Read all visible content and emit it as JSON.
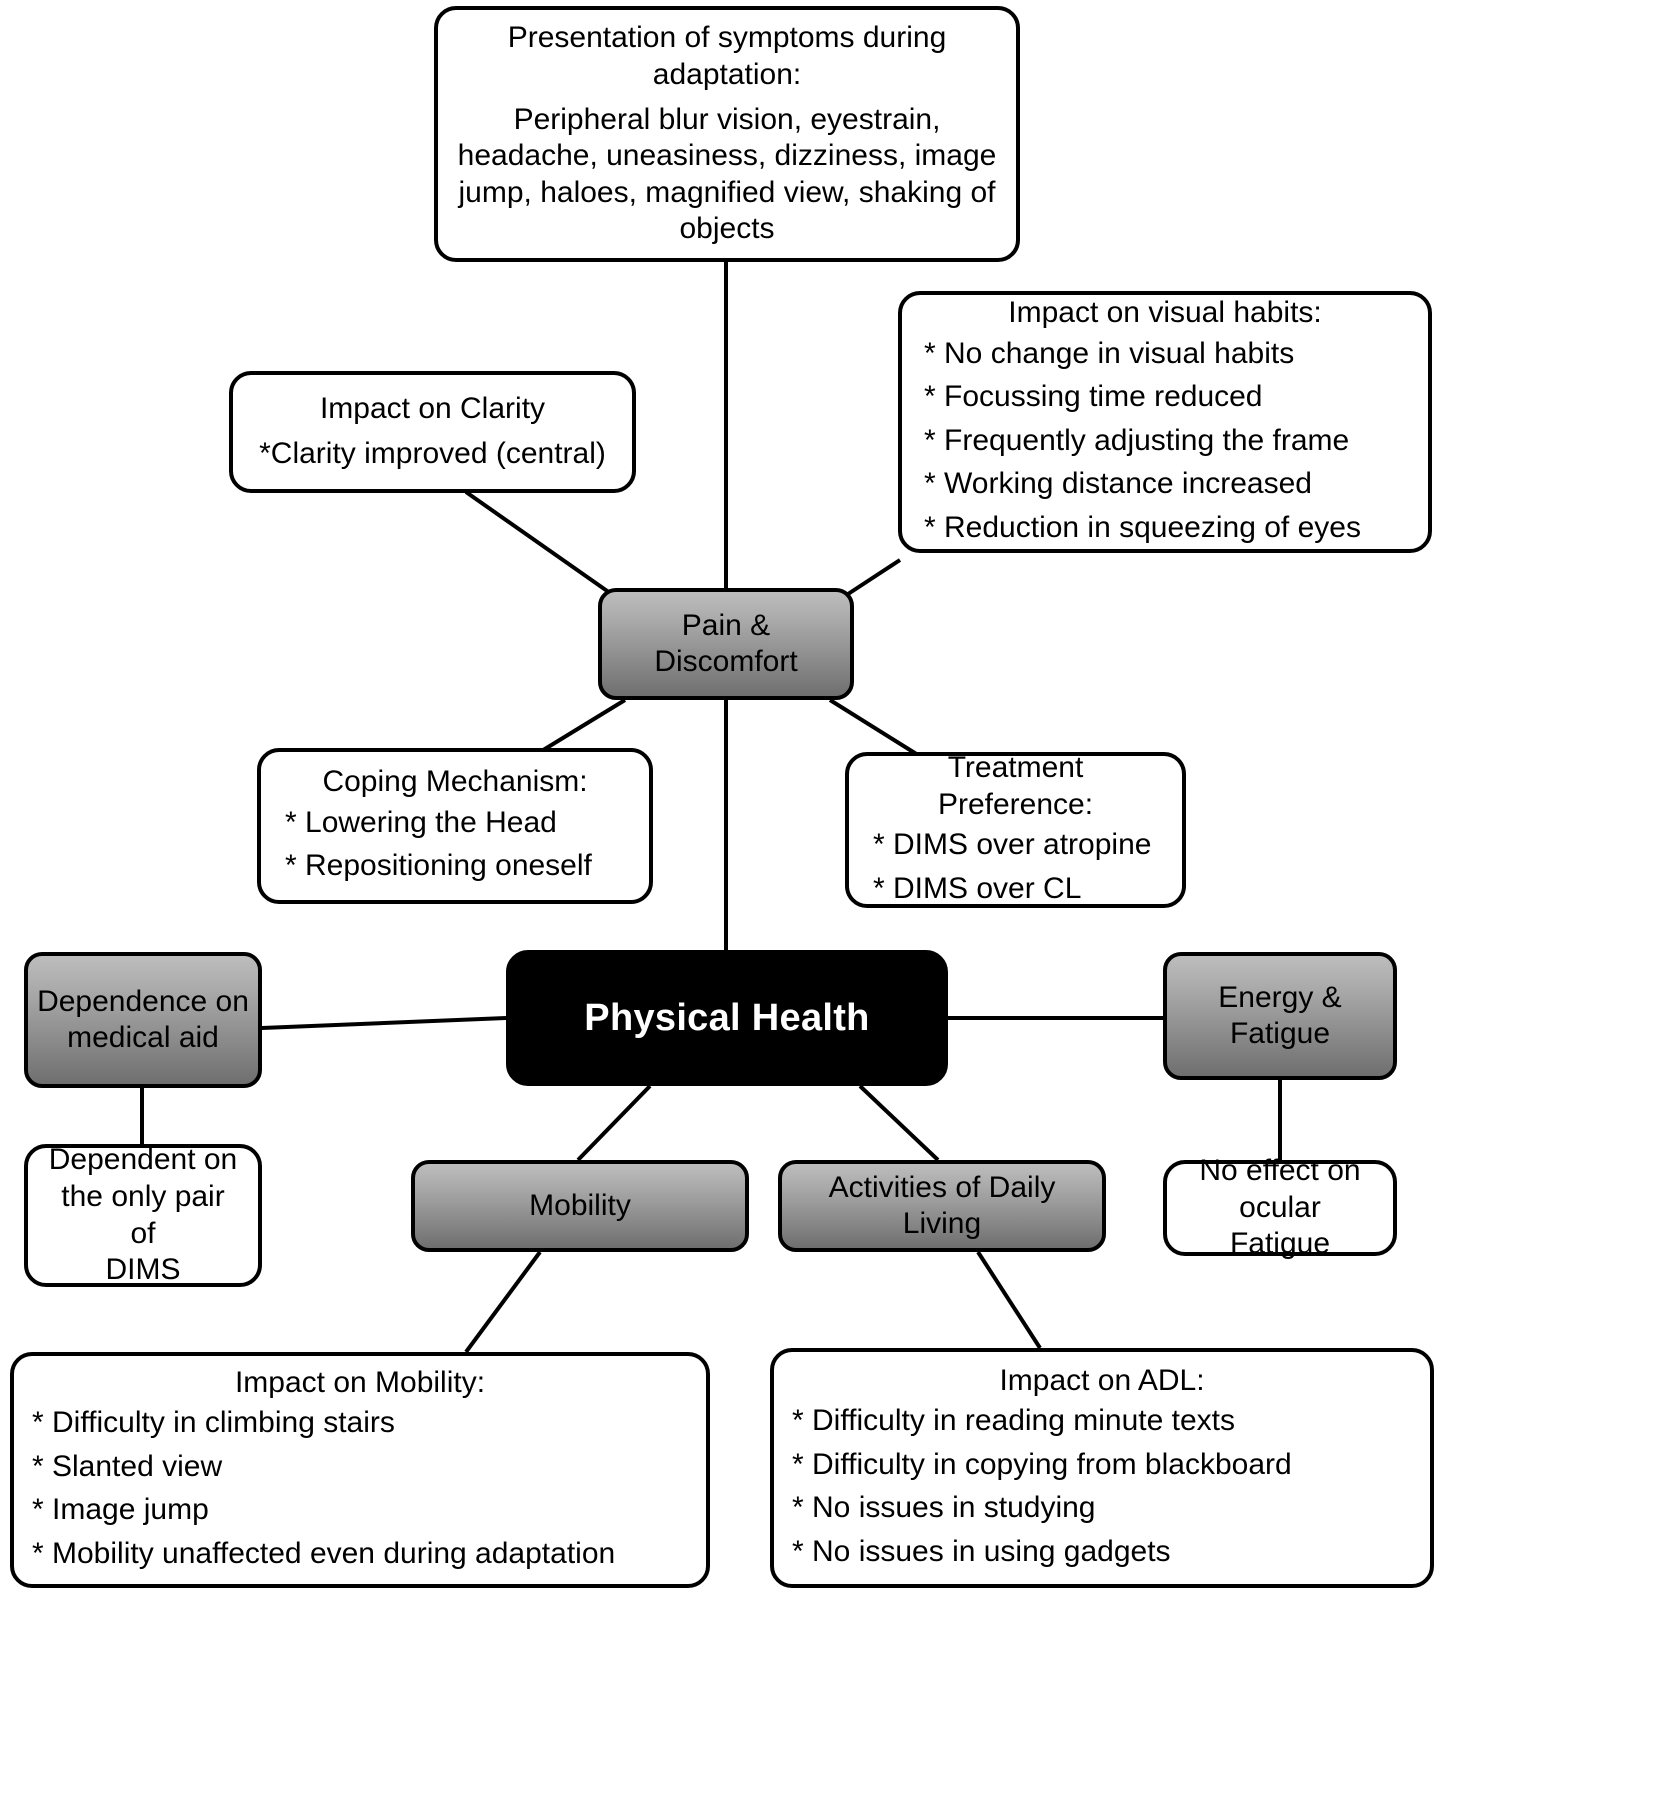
{
  "diagram": {
    "type": "mind-map",
    "root": {
      "label": "Physical Health"
    },
    "theme_nodes": [
      {
        "id": "pain",
        "label": "Pain &\nDiscomfort"
      },
      {
        "id": "dependence",
        "label": "Dependence on\nmedical aid"
      },
      {
        "id": "mobility",
        "label": "Mobility"
      },
      {
        "id": "adl",
        "label": "Activities of Daily\nLiving"
      },
      {
        "id": "energy",
        "label": "Energy &\nFatigue"
      }
    ],
    "callouts": {
      "symptoms": {
        "title": "Presentation of symptoms during\nadaptation:",
        "body": "Peripheral blur vision, eyestrain,\nheadache, uneasiness, dizziness, image\njump, haloes, magnified view, shaking of\nobjects"
      },
      "visual_habits": {
        "title": "Impact on visual habits:",
        "items": [
          "* No change in visual habits",
          "* Focussing time reduced",
          "* Frequently adjusting the frame",
          "* Working distance increased",
          "* Reduction in squeezing of eyes"
        ]
      },
      "clarity": {
        "title": "Impact on Clarity",
        "body": "*Clarity improved (central)"
      },
      "coping": {
        "title": "Coping Mechanism:",
        "items": [
          "* Lowering the Head",
          "* Repositioning oneself"
        ]
      },
      "treatment": {
        "title": "Treatment Preference:",
        "items": [
          "* DIMS over atropine",
          "* DIMS over CL"
        ]
      },
      "dependent_pair": {
        "body": "Dependent on\nthe only pair of\nDIMS"
      },
      "ocular_fatigue": {
        "body": "No effect on\nocular Fatigue"
      },
      "mobility_impact": {
        "title": "Impact on Mobility:",
        "items": [
          "* Difficulty in climbing stairs",
          "* Slanted view",
          "* Image jump",
          "* Mobility unaffected even during adaptation"
        ]
      },
      "adl_impact": {
        "title": "Impact on ADL:",
        "items": [
          "* Difficulty in reading minute texts",
          "* Difficulty in copying from blackboard",
          "* No issues in studying",
          "* No issues in using gadgets"
        ]
      }
    },
    "colors": {
      "stroke": "#000000",
      "canvas": "#ffffff",
      "theme_fill_top": "#bdbdbd",
      "theme_fill_bottom": "#6f6f6f",
      "root_fill": "#000000",
      "root_text": "#ffffff"
    }
  }
}
